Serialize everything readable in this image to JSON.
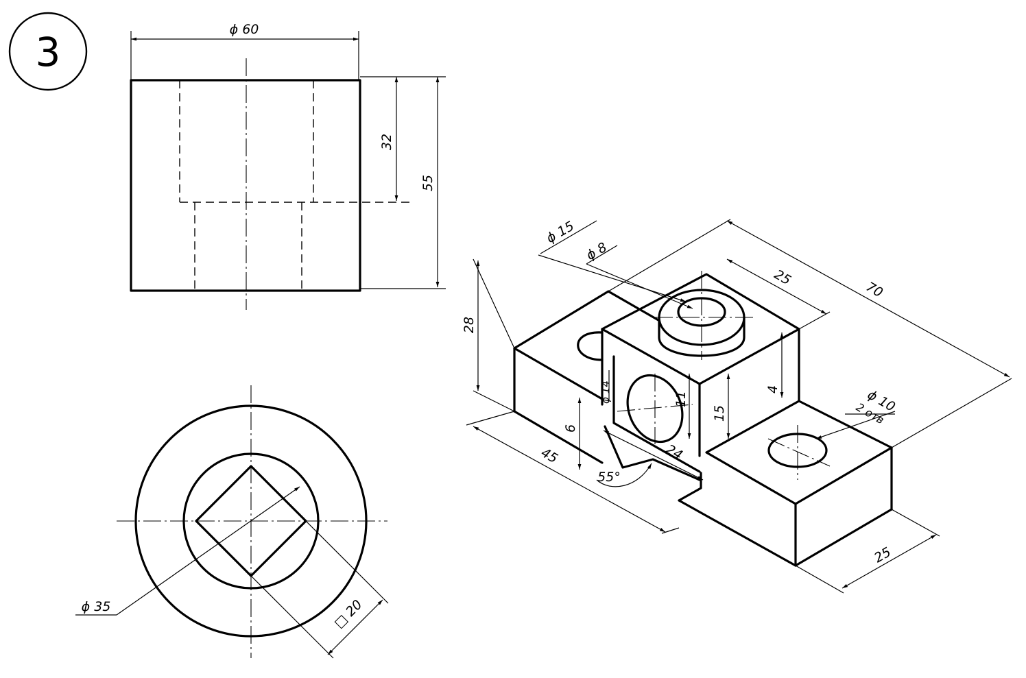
{
  "sheet_number": "3",
  "front_view": {
    "dim_diameter": "ϕ 60",
    "dim_bore_depth": "32",
    "dim_height": "55"
  },
  "top_view": {
    "dim_diameter": "ϕ 35",
    "dim_square": "□ 20"
  },
  "isometric": {
    "dim_height": "28",
    "dim_boss_outer": "ϕ 15",
    "dim_boss_inner": "ϕ 8",
    "dim_block_width": "25",
    "dim_overall_length": "70",
    "dim_side_hole": "ϕ 14",
    "dim_side_hole_h": "11",
    "dim_step_height": "15",
    "dim_boss_height": "4",
    "dim_lug_hole": "ϕ 10",
    "dim_lug_hole_note": "2 отв",
    "dim_notch_depth": "6",
    "dim_notch_length": "24",
    "dim_angle": "55°",
    "dim_base_length": "45",
    "dim_base_depth": "25"
  }
}
